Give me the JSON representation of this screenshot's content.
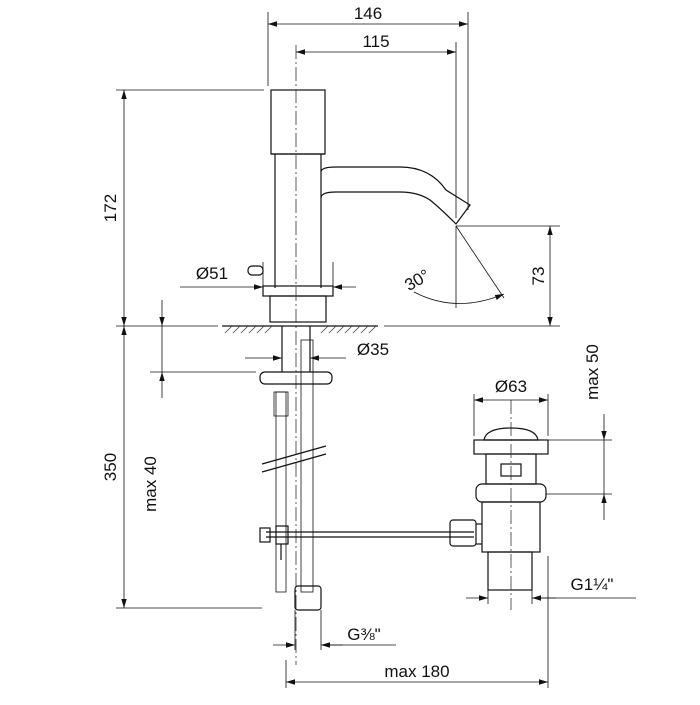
{
  "drawing": {
    "dimensions": {
      "overall_width": "146",
      "spout_reach": "115",
      "total_height": "172",
      "spout_height": "73",
      "spout_angle": "30°",
      "base_diameter": "Ø51",
      "hole_diameter": "Ø35",
      "hose_length": "350",
      "max_thickness": "max 40",
      "waste_diameter": "Ø63",
      "waste_max": "max 50",
      "waste_thread": "G1¼\"",
      "hose_thread": "G⅜\"",
      "max_reach_under": "max 180"
    }
  }
}
